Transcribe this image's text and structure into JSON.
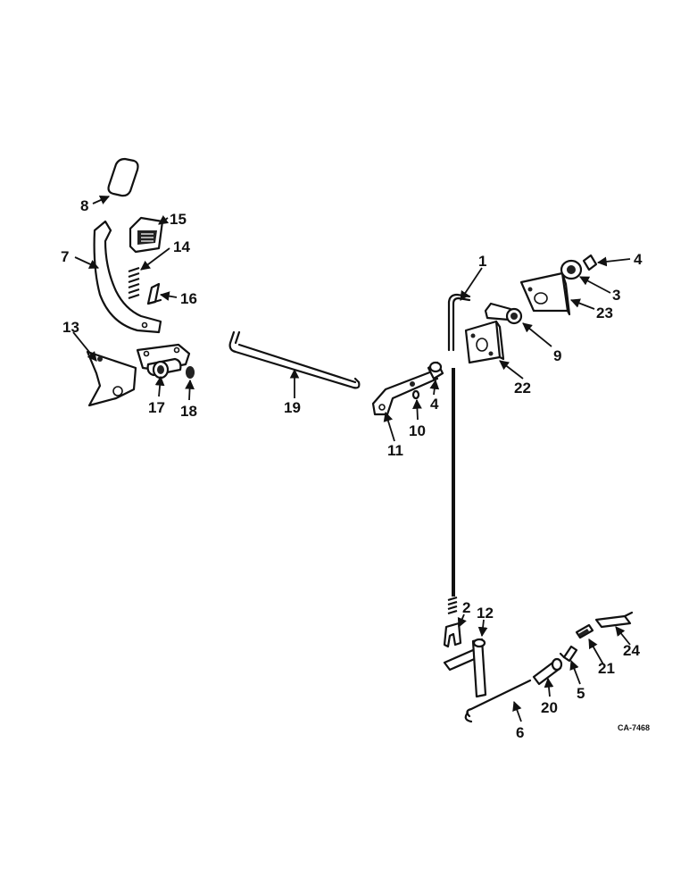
{
  "callouts": {
    "c1": "1",
    "c2": "2",
    "c3": "3",
    "c4a": "4",
    "c4b": "4",
    "c5": "5",
    "c6": "6",
    "c7": "7",
    "c8": "8",
    "c9": "9",
    "c10": "10",
    "c11": "11",
    "c12": "12",
    "c13": "13",
    "c14": "14",
    "c15": "15",
    "c16": "16",
    "c17": "17",
    "c18": "18",
    "c19": "19",
    "c20": "20",
    "c21": "21",
    "c22": "22",
    "c23": "23",
    "c24": "24"
  },
  "drawing_code": "CA-7468"
}
